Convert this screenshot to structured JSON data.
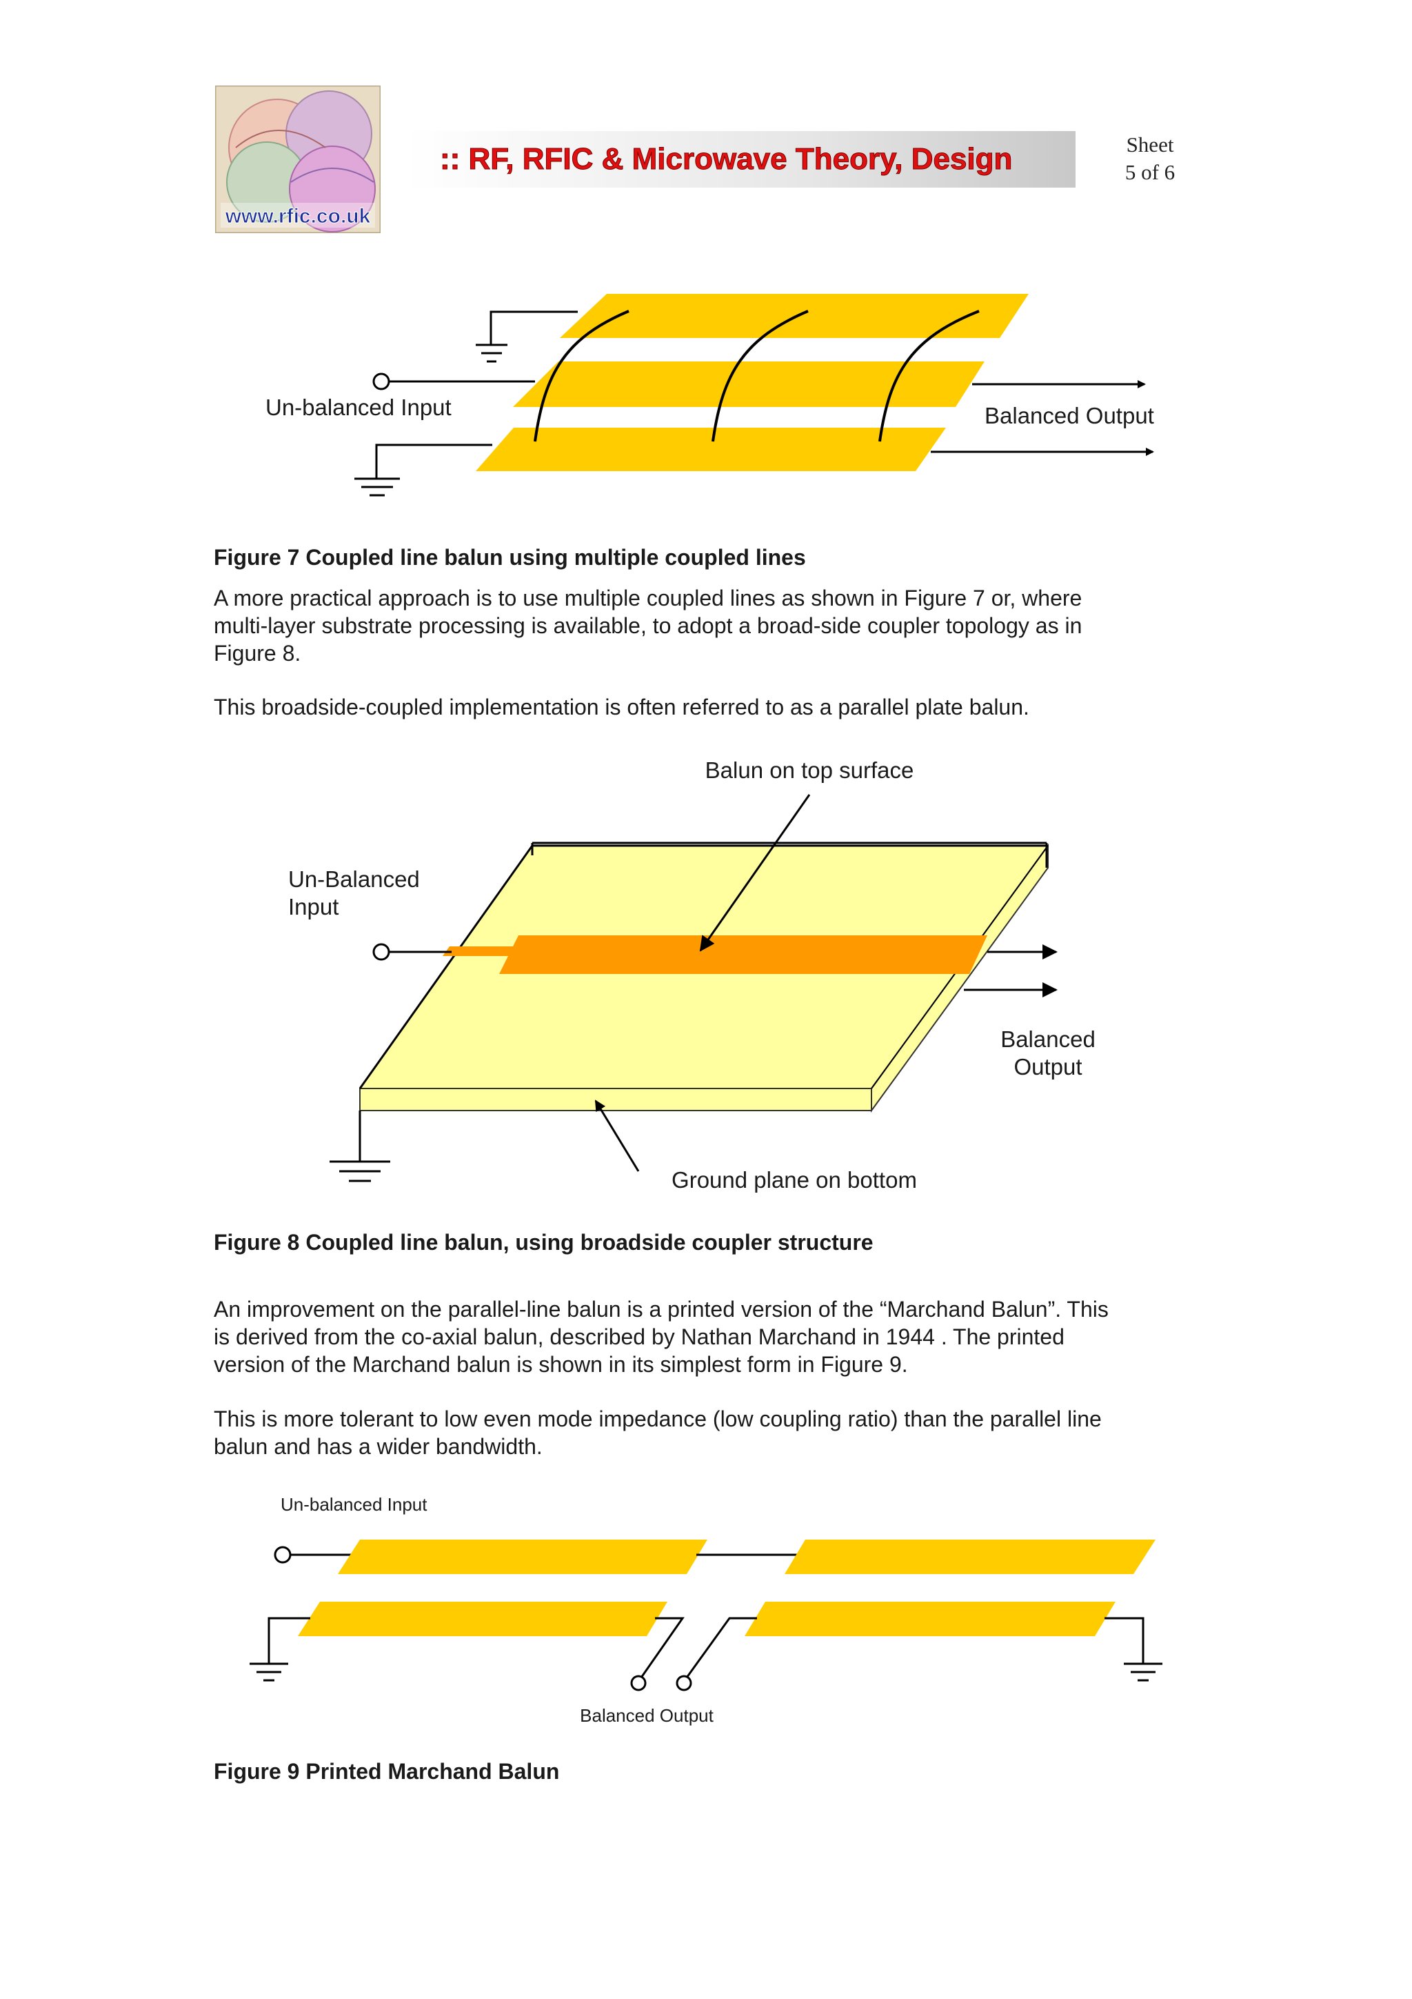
{
  "header": {
    "logo_text": "www.rfic.co.uk",
    "banner_text": ":: RF, RFIC & Microwave Theory, Design",
    "sheet_label": "Sheet",
    "sheet_number": "5 of  6"
  },
  "figure7": {
    "input_label": "Un-balanced Input",
    "output_label": "Balanced Output",
    "caption": "Figure 7 Coupled line balun using multiple coupled lines"
  },
  "paragraphs": {
    "p1": [
      "A more practical approach is to use multiple coupled lines as shown in Figure 7 or, where",
      "multi-layer substrate processing is available, to adopt a broad-side coupler topology as in",
      "Figure 8."
    ],
    "p2": "This broadside-coupled implementation is often referred to as a parallel plate balun."
  },
  "figure8": {
    "top_label": "Balun on top surface",
    "input_label_line1": "Un-Balanced",
    "input_label_line2": "Input",
    "output_label_line1": "Balanced",
    "output_label_line2": "Output",
    "ground_label": "Ground plane on bottom",
    "caption": "Figure 8 Coupled line balun, using broadside coupler structure"
  },
  "paragraphs2": {
    "p3": [
      "An improvement on the parallel-line balun is a printed version of the “Marchand Balun”. This",
      "is derived from the co-axial balun, described by Nathan Marchand in 1944 . The printed",
      "version of the Marchand balun is shown in its simplest form in Figure 9."
    ],
    "p4": [
      "This is more tolerant to low even mode impedance (low coupling ratio) than the parallel line",
      "balun and has a wider bandwidth."
    ]
  },
  "figure9": {
    "input_label": "Un-balanced Input",
    "output_label": "Balanced Output",
    "caption": "Figure 9 Printed Marchand Balun"
  },
  "colors": {
    "gold": "#FFCC00",
    "orange": "#FF9900",
    "pale_yellow": "#FFFFA0"
  }
}
